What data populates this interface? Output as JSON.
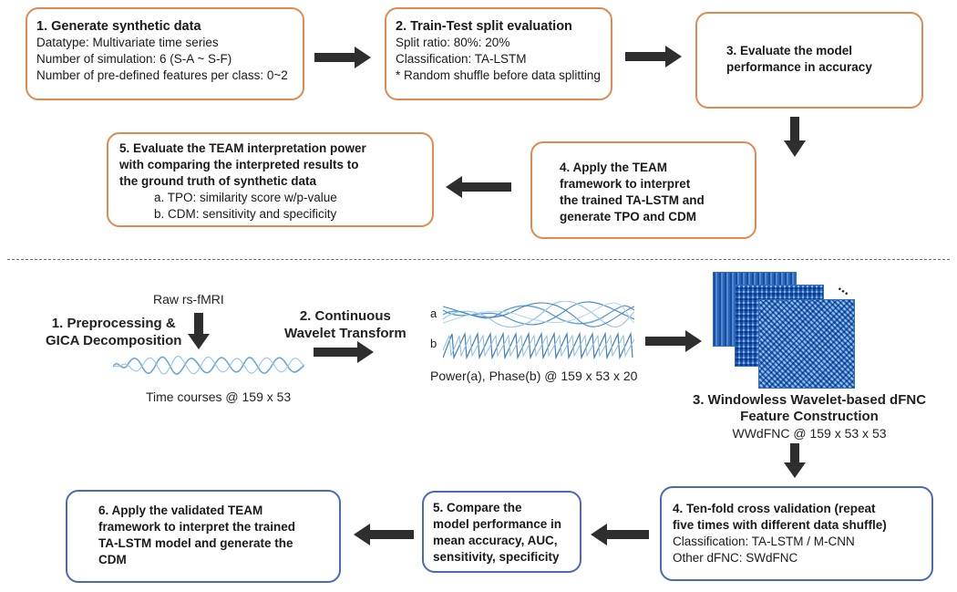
{
  "top_section": {
    "box1": {
      "title": "1. Generate synthetic data",
      "lines": [
        "Datatype: Multivariate time series",
        "Number of simulation: 6 (S-A ~ S-F)",
        "Number of pre-defined features per class: 0~2"
      ]
    },
    "box2": {
      "title": "2. Train-Test split evaluation",
      "lines": [
        "Split ratio: 80%: 20%",
        "Classification: TA-LSTM",
        "* Random shuffle before data splitting"
      ]
    },
    "box3": {
      "title_lines": [
        "3. Evaluate the model",
        "performance in accuracy"
      ]
    },
    "box4": {
      "title_lines": [
        "4. Apply the TEAM",
        "framework to interpret",
        "the trained TA-LSTM and",
        "generate TPO and CDM"
      ]
    },
    "box5": {
      "title_lines": [
        "5. Evaluate the TEAM interpretation power",
        "with comparing the interpreted results to",
        "the ground truth of synthetic data"
      ],
      "sub_lines": [
        "a.  TPO: similarity score w/p-value",
        "b.  CDM: sensitivity and specificity"
      ]
    }
  },
  "bottom_section": {
    "raw_label": "Raw rs-fMRI",
    "step1_lines": [
      "1. Preprocessing &",
      "GICA Decomposition"
    ],
    "timecourse_label": "Time courses @ 159 x 53",
    "step2_lines": [
      "2. Continuous",
      "Wavelet Transform"
    ],
    "wave_a": "a",
    "wave_b": "b",
    "power_label": "Power(a), Phase(b)  @ 159 x 53 x 20",
    "ellipsis": "...",
    "step3_lines": [
      "3. Windowless Wavelet-based dFNC",
      "Feature Construction"
    ],
    "step3_sub": "WWdFNC @ 159 x 53 x 53",
    "box4": {
      "title_lines": [
        "4.  Ten-fold cross validation (repeat",
        "five times with different data shuffle)"
      ],
      "lines": [
        "Classification: TA-LSTM / M-CNN",
        "Other dFNC: SWdFNC"
      ]
    },
    "box5": {
      "title_lines": [
        "5. Compare the",
        "model performance in",
        "mean accuracy, AUC,",
        "sensitivity, specificity"
      ]
    },
    "box6": {
      "title_lines": [
        "6. Apply the validated TEAM",
        "framework to interpret the trained",
        "TA-LSTM model and generate the",
        "CDM"
      ]
    }
  },
  "colors": {
    "orange_border": "#e08a4f",
    "blue_border": "#4a6bb0",
    "arrow": "#2e2e2e",
    "wave": "#6aa5d8",
    "matrix": "#2f6fb8"
  }
}
